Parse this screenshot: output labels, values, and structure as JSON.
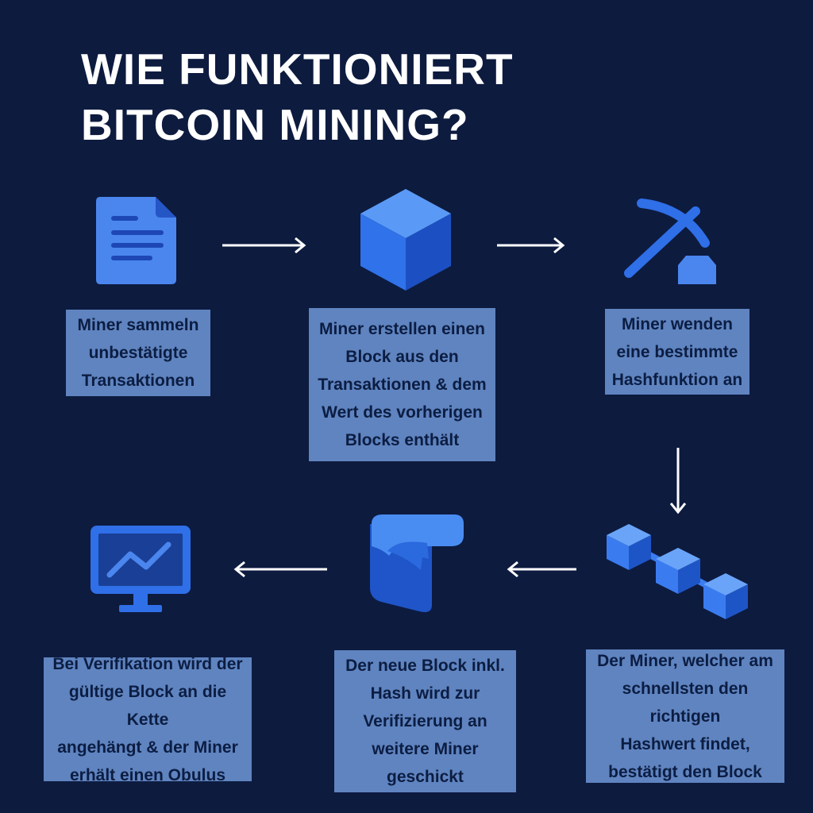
{
  "title": {
    "line1": "WIE FUNKTIONIERT",
    "line2": "BITCOIN MINING?"
  },
  "colors": {
    "background": "#0d1b3f",
    "box": "#5f84c0",
    "box_text": "#0c1d42",
    "icon": "#2f6fe8",
    "arrow": "#ffffff"
  },
  "steps": [
    {
      "icon": "document-icon",
      "lines": [
        "Miner sammeln",
        "unbestätigte",
        "Transaktionen"
      ]
    },
    {
      "icon": "cube-icon",
      "lines": [
        "Miner erstellen einen",
        "Block aus den",
        "Transaktionen & dem",
        "Wert des vorherigen",
        "Blocks enthält"
      ]
    },
    {
      "icon": "pickaxe-icon",
      "lines": [
        "Miner wenden",
        "eine bestimmte",
        "Hashfunktion an"
      ]
    },
    {
      "icon": "blockchain-icon",
      "lines": [
        "Der Miner, welcher am",
        "schnellsten den richtigen",
        "Hashwert findet,",
        "bestätigt den Block"
      ]
    },
    {
      "icon": "ribbon-block-icon",
      "lines": [
        "Der neue Block inkl.",
        "Hash wird zur",
        "Verifizierung an",
        "weitere Miner",
        "geschickt"
      ]
    },
    {
      "icon": "monitor-chart-icon",
      "lines": [
        "Bei Verifikation wird der",
        "gültige Block an die Kette",
        "angehängt & der Miner",
        "erhält einen Obulus"
      ]
    }
  ]
}
